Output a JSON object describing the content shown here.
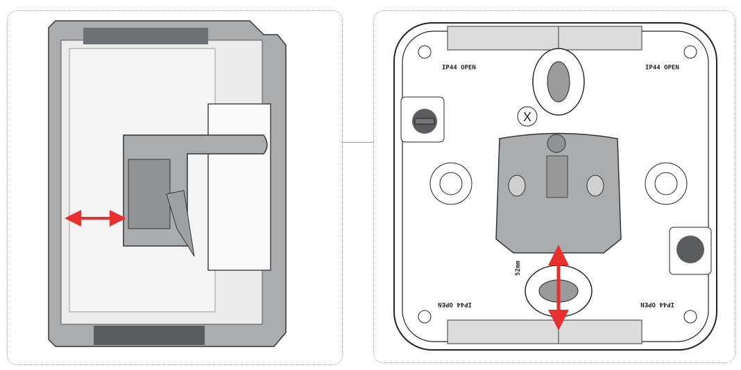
{
  "left_view": {
    "title": "side-section-view",
    "arrow": "horizontal-double-arrow"
  },
  "right_view": {
    "labels": {
      "top_left": "IP44 OPEN",
      "top_right": "IP44 OPEN",
      "bottom_left": "IP44 OPEN",
      "bottom_right": "IP44 OPEN"
    },
    "dimension": "52mm",
    "x_mark": "X",
    "arrow": "vertical-double-arrow"
  },
  "colors": {
    "arrow": "#e8312f",
    "part_grey": "#a9adb0",
    "light_grey": "#e6e6e6",
    "dark_grey": "#5a5d60"
  }
}
